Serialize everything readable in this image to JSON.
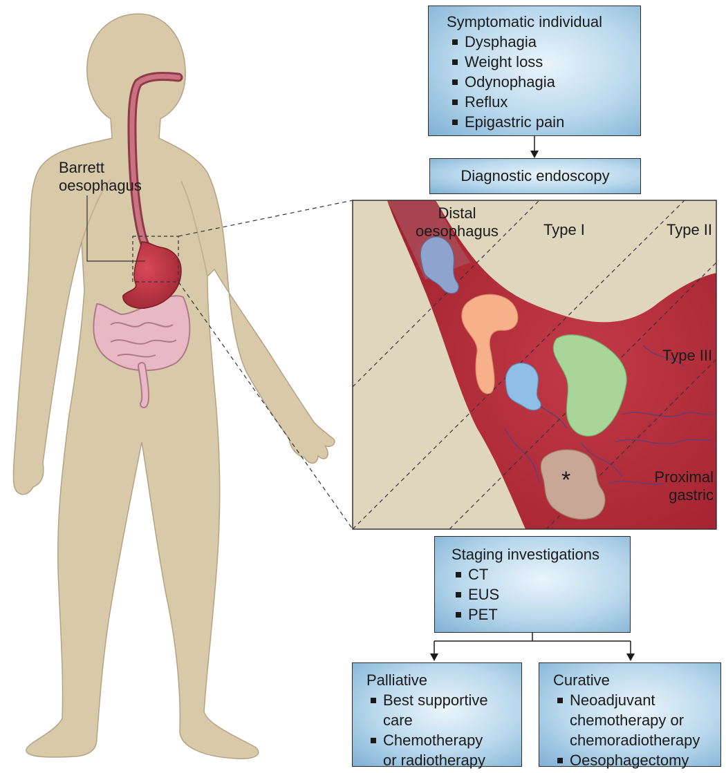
{
  "labels": {
    "barrett": [
      "Barrett",
      "oesophagus"
    ],
    "distal": [
      "Distal",
      "oesophagus"
    ],
    "type1": "Type I",
    "type2": "Type II",
    "type3": "Type III",
    "proximal": [
      "Proximal",
      "gastric"
    ],
    "asterisk": "*"
  },
  "boxes": {
    "symptomatic": {
      "title": "Symptomatic individual",
      "items": [
        "Dysphagia",
        "Weight loss",
        "Odynophagia",
        "Reflux",
        "Epigastric pain"
      ]
    },
    "endoscopy": {
      "title": "Diagnostic endoscopy"
    },
    "staging": {
      "title": "Staging investigations",
      "items": [
        "CT",
        "EUS",
        "PET"
      ]
    },
    "palliative": {
      "title": "Palliative",
      "items": [
        [
          "Best supportive",
          "care"
        ],
        [
          "Chemotherapy",
          "or radiotherapy"
        ]
      ]
    },
    "curative": {
      "title": "Curative",
      "items": [
        [
          "Neoadjuvant",
          "chemotherapy or",
          "chemoradiotherapy"
        ],
        [
          "Oesophagectomy"
        ]
      ]
    }
  },
  "colors": {
    "skin": "#d8c9a8",
    "skin_outline": "#a8977a",
    "stomach": "#b5323f",
    "intestine": "#e8b8c4",
    "inset_bg": "#e0d5bd",
    "tumor_blue": "#8fa3cf",
    "tumor_orange": "#f6b08a",
    "tumor_lightblue": "#8fbfe6",
    "tumor_green": "#a8d69a",
    "tumor_brown": "#c9a796"
  }
}
